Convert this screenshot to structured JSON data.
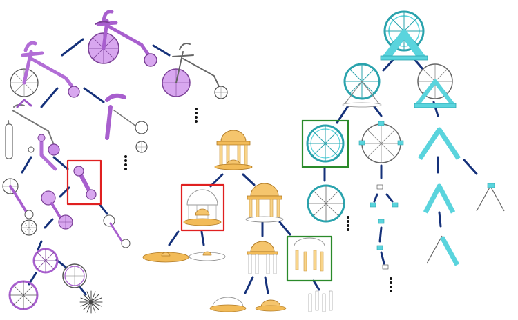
{
  "figure": {
    "trees": [
      {
        "name": "bicycle",
        "part_color": "#c47be0",
        "highlight": "red"
      },
      {
        "name": "gazebo",
        "part_color": "#f2c46a",
        "highlights": [
          "red",
          "green"
        ]
      },
      {
        "name": "ferris-wheel",
        "part_color": "#4fd6dc",
        "highlight": "green"
      }
    ],
    "colors": {
      "edge": "#15317a",
      "outline": "#555555",
      "red_box": "#e02020",
      "green_box": "#2a8a2a",
      "bicycle": "#c47be0",
      "bicycle_dark": "#8e4fb0",
      "gazebo": "#f5c56d",
      "gazebo_dark": "#d49a35",
      "ferris": "#5ad4dd",
      "ferris_dark": "#2aa3ad"
    },
    "ellipsis_marks": 4
  }
}
